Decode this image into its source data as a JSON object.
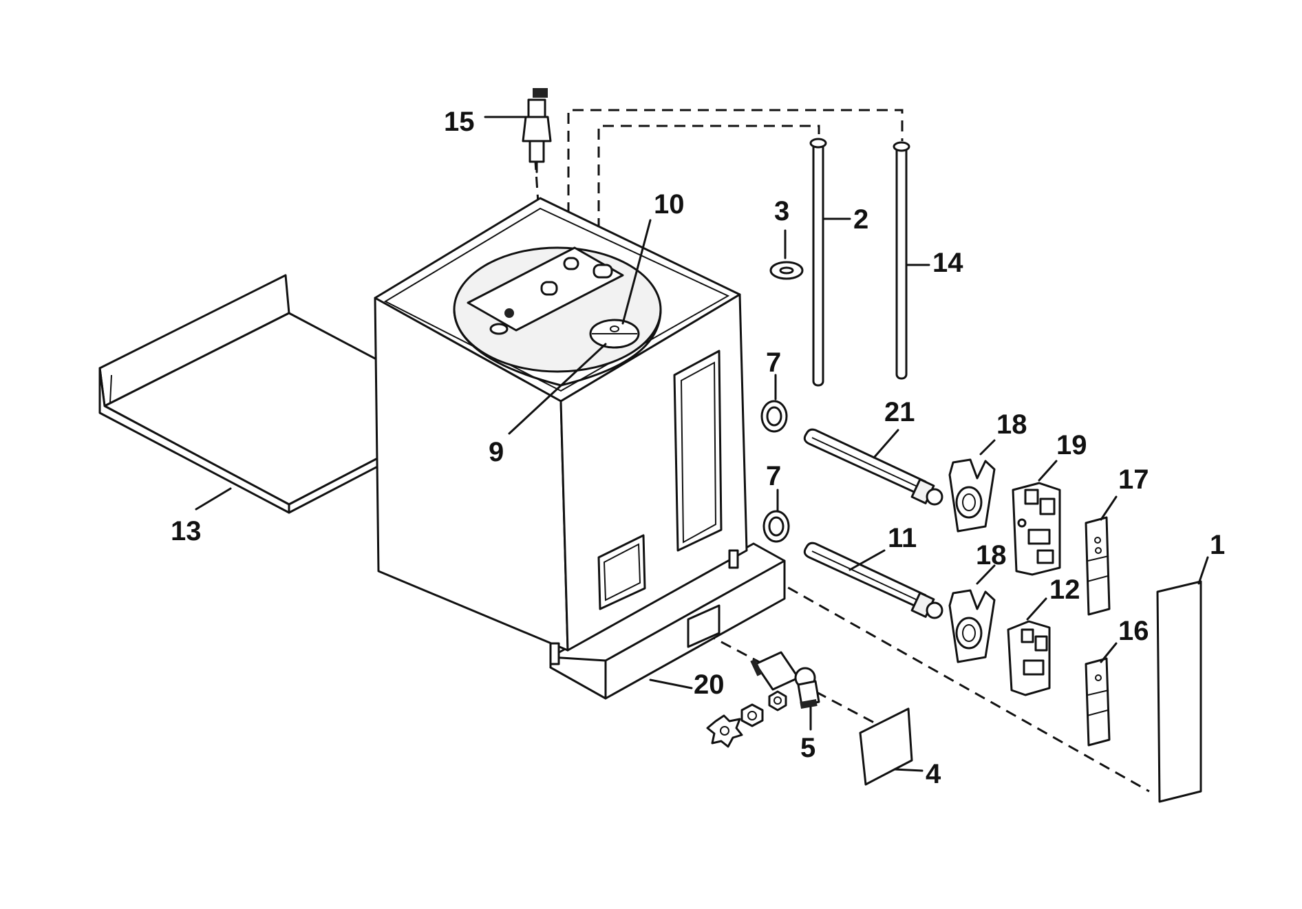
{
  "diagram": {
    "callouts": [
      {
        "id": "1",
        "text": "1"
      },
      {
        "id": "2",
        "text": "2"
      },
      {
        "id": "3",
        "text": "3"
      },
      {
        "id": "4",
        "text": "4"
      },
      {
        "id": "5",
        "text": "5"
      },
      {
        "id": "7a",
        "text": "7"
      },
      {
        "id": "7b",
        "text": "7"
      },
      {
        "id": "9",
        "text": "9"
      },
      {
        "id": "10",
        "text": "10"
      },
      {
        "id": "11",
        "text": "11"
      },
      {
        "id": "12",
        "text": "12"
      },
      {
        "id": "13",
        "text": "13"
      },
      {
        "id": "14",
        "text": "14"
      },
      {
        "id": "15",
        "text": "15"
      },
      {
        "id": "16",
        "text": "16"
      },
      {
        "id": "17",
        "text": "17"
      },
      {
        "id": "18a",
        "text": "18"
      },
      {
        "id": "18b",
        "text": "18"
      },
      {
        "id": "19",
        "text": "19"
      },
      {
        "id": "20",
        "text": "20"
      },
      {
        "id": "21",
        "text": "21"
      }
    ]
  }
}
